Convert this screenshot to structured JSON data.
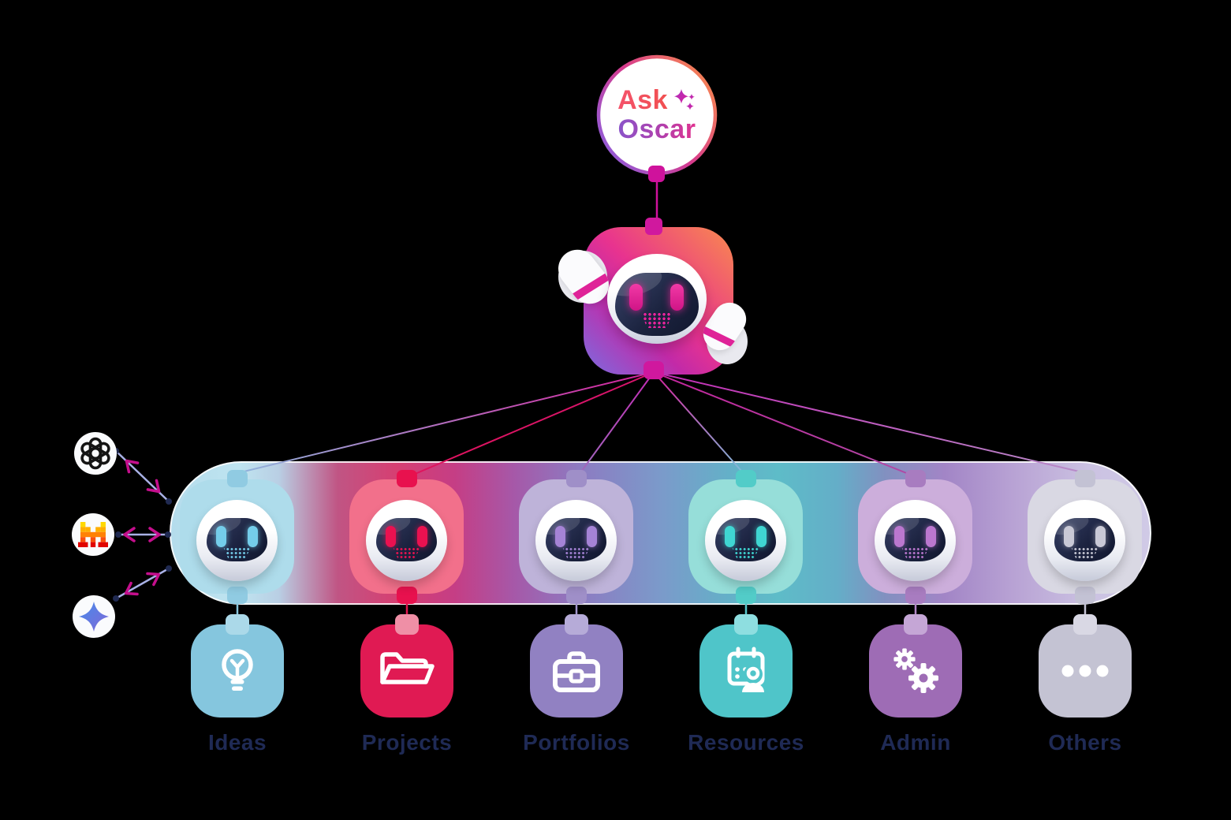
{
  "assistant": {
    "name_line1": "Ask",
    "name_line2": "Oscar",
    "icon": "robot-mascot",
    "badge_ring_colors": [
      "#8a5fe0",
      "#d63a8e",
      "#f98b4e"
    ],
    "body_gradient": [
      "#f98b4e",
      "#e8338f",
      "#7b6ce0"
    ],
    "eye_color": "#e8239c"
  },
  "categories": [
    {
      "label": "Ideas",
      "icon": "lightbulb-icon",
      "tile_color": "#aedceb",
      "icon_bg": "#85c6de",
      "eye_color": "#74cdea"
    },
    {
      "label": "Projects",
      "icon": "open-folder-icon",
      "tile_color": "#f2708b",
      "icon_bg": "#e01a53",
      "eye_color": "#ea1150"
    },
    {
      "label": "Portfolios",
      "icon": "briefcase-icon",
      "tile_color": "#beb3d9",
      "icon_bg": "#9181c2",
      "eye_color": "#a583d6"
    },
    {
      "label": "Resources",
      "icon": "calendar-user-icon",
      "tile_color": "#96ded9",
      "icon_bg": "#4fc5c9",
      "eye_color": "#3fd6d2"
    },
    {
      "label": "Admin",
      "icon": "gears-icon",
      "tile_color": "#ccaedb",
      "icon_bg": "#9e6cb5",
      "eye_color": "#bb77cf"
    },
    {
      "label": "Others",
      "icon": "ellipsis-icon",
      "tile_color": "#d9d8e3",
      "icon_bg": "#c4c3d3",
      "eye_color": "#c9c9d6"
    }
  ],
  "providers": [
    {
      "icon": "openai-logo"
    },
    {
      "icon": "mistral-logo"
    },
    {
      "icon": "gemini-sparkle-logo"
    }
  ],
  "connector_colors": {
    "hub_line": "#d0189e",
    "arrow_line": "#a9b1e6",
    "arrow_head": "#c50f8d",
    "endpoint_dot": "#202a52"
  },
  "label_color": "#1f2a55"
}
